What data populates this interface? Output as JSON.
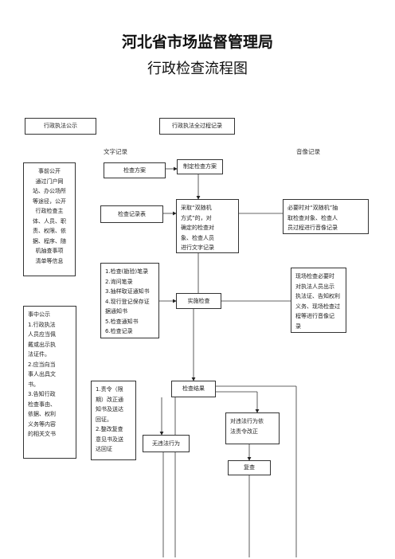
{
  "title_main": "河北省市场监督管理局",
  "title_sub": "行政检查流程图",
  "top_left": "行政执法公示",
  "top_center": "行政执法全过程记录",
  "label_text_record": "文字记录",
  "label_video_record": "音像记录",
  "box_prior_public": [
    "事前公开",
    "通过门户网",
    "站、办公场所",
    "等途径，公开",
    "行政检查主",
    "体、人员、职",
    "责、权限、依",
    "据、程序、随",
    "机抽查事项",
    "清单等信息"
  ],
  "box_plan": "检查方案",
  "box_make_plan": "制定检查方案",
  "box_record_table": "检查记录表",
  "box_random": [
    "采取“双随机",
    "方式”的，对",
    "确定的检查对",
    "象、检查人员",
    "进行文字记录"
  ],
  "box_random_video": [
    "必要时对“双随机”抽",
    "取检查对象、检查人",
    "员过程进行音像记录"
  ],
  "box_docs": [
    "1.检查(勘验)笔录",
    "2.询问笔录",
    "3.抽样取证通知书",
    "4.现行登记保存证",
    "  据通知书",
    "5.检查通知书",
    "6.检查记录"
  ],
  "box_implement": "实施检查",
  "box_onsite_video": [
    "现场检查必要时",
    "对执法人员出示",
    "执法证、告知权利",
    "义务、现场检查过",
    "程等进行音像记",
    "录"
  ],
  "box_during_public": [
    "事中公示",
    "1.行政执法",
    "人员应当佩",
    "戴或出示执",
    "法证件。",
    "2.应当向当",
    "事人出具文",
    "书。",
    "3.告知行政",
    "检查事由、",
    "依据、权利",
    "义务等内容",
    "的相关文书"
  ],
  "box_result": "检查结果",
  "box_order": [
    "1.责令（限",
    "期）改正通",
    "知书及送达",
    "回证。",
    "2.整改复查",
    "意见书及送",
    "达回证"
  ],
  "box_violation": [
    "对违法行为依",
    "法责令改正"
  ],
  "box_no_violation": "无违法行为",
  "box_review": "复查"
}
